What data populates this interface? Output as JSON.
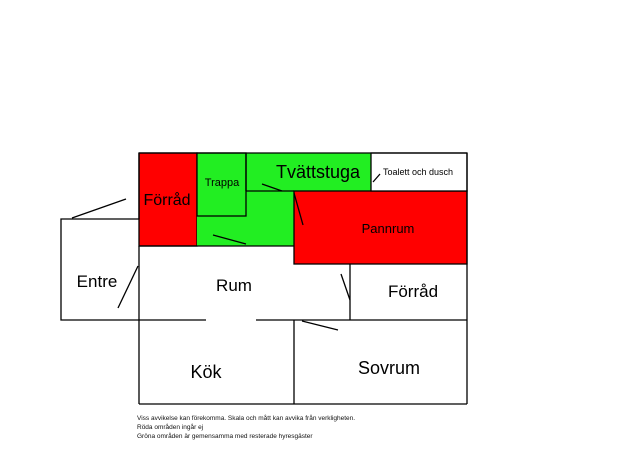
{
  "plan": {
    "colors": {
      "excluded": "#ff0000",
      "shared": "#22ee22",
      "wall": "#000000",
      "room": "#ffffff"
    },
    "rooms": {
      "forrad_left": {
        "label": "Förråd",
        "color": "excluded"
      },
      "trappa": {
        "label": "Trappa",
        "color": "shared"
      },
      "tvattstuga": {
        "label": "Tvättstuga",
        "color": "shared"
      },
      "toalett": {
        "label": "Toalett och dusch",
        "color": "room"
      },
      "pannrum": {
        "label": "Pannrum",
        "color": "excluded"
      },
      "entre": {
        "label": "Entre",
        "color": "room"
      },
      "rum": {
        "label": "Rum",
        "color": "room"
      },
      "forrad_right": {
        "label": "Förråd",
        "color": "room"
      },
      "kok": {
        "label": "Kök",
        "color": "room"
      },
      "sovrum": {
        "label": "Sovrum",
        "color": "room"
      }
    }
  },
  "notes": [
    "Viss avvikelse kan förekomma. Skala och mått kan avvika från verkligheten.",
    "Röda områden ingår ej",
    "Gröna områden är gemensamma med resterade hyresgäster"
  ]
}
